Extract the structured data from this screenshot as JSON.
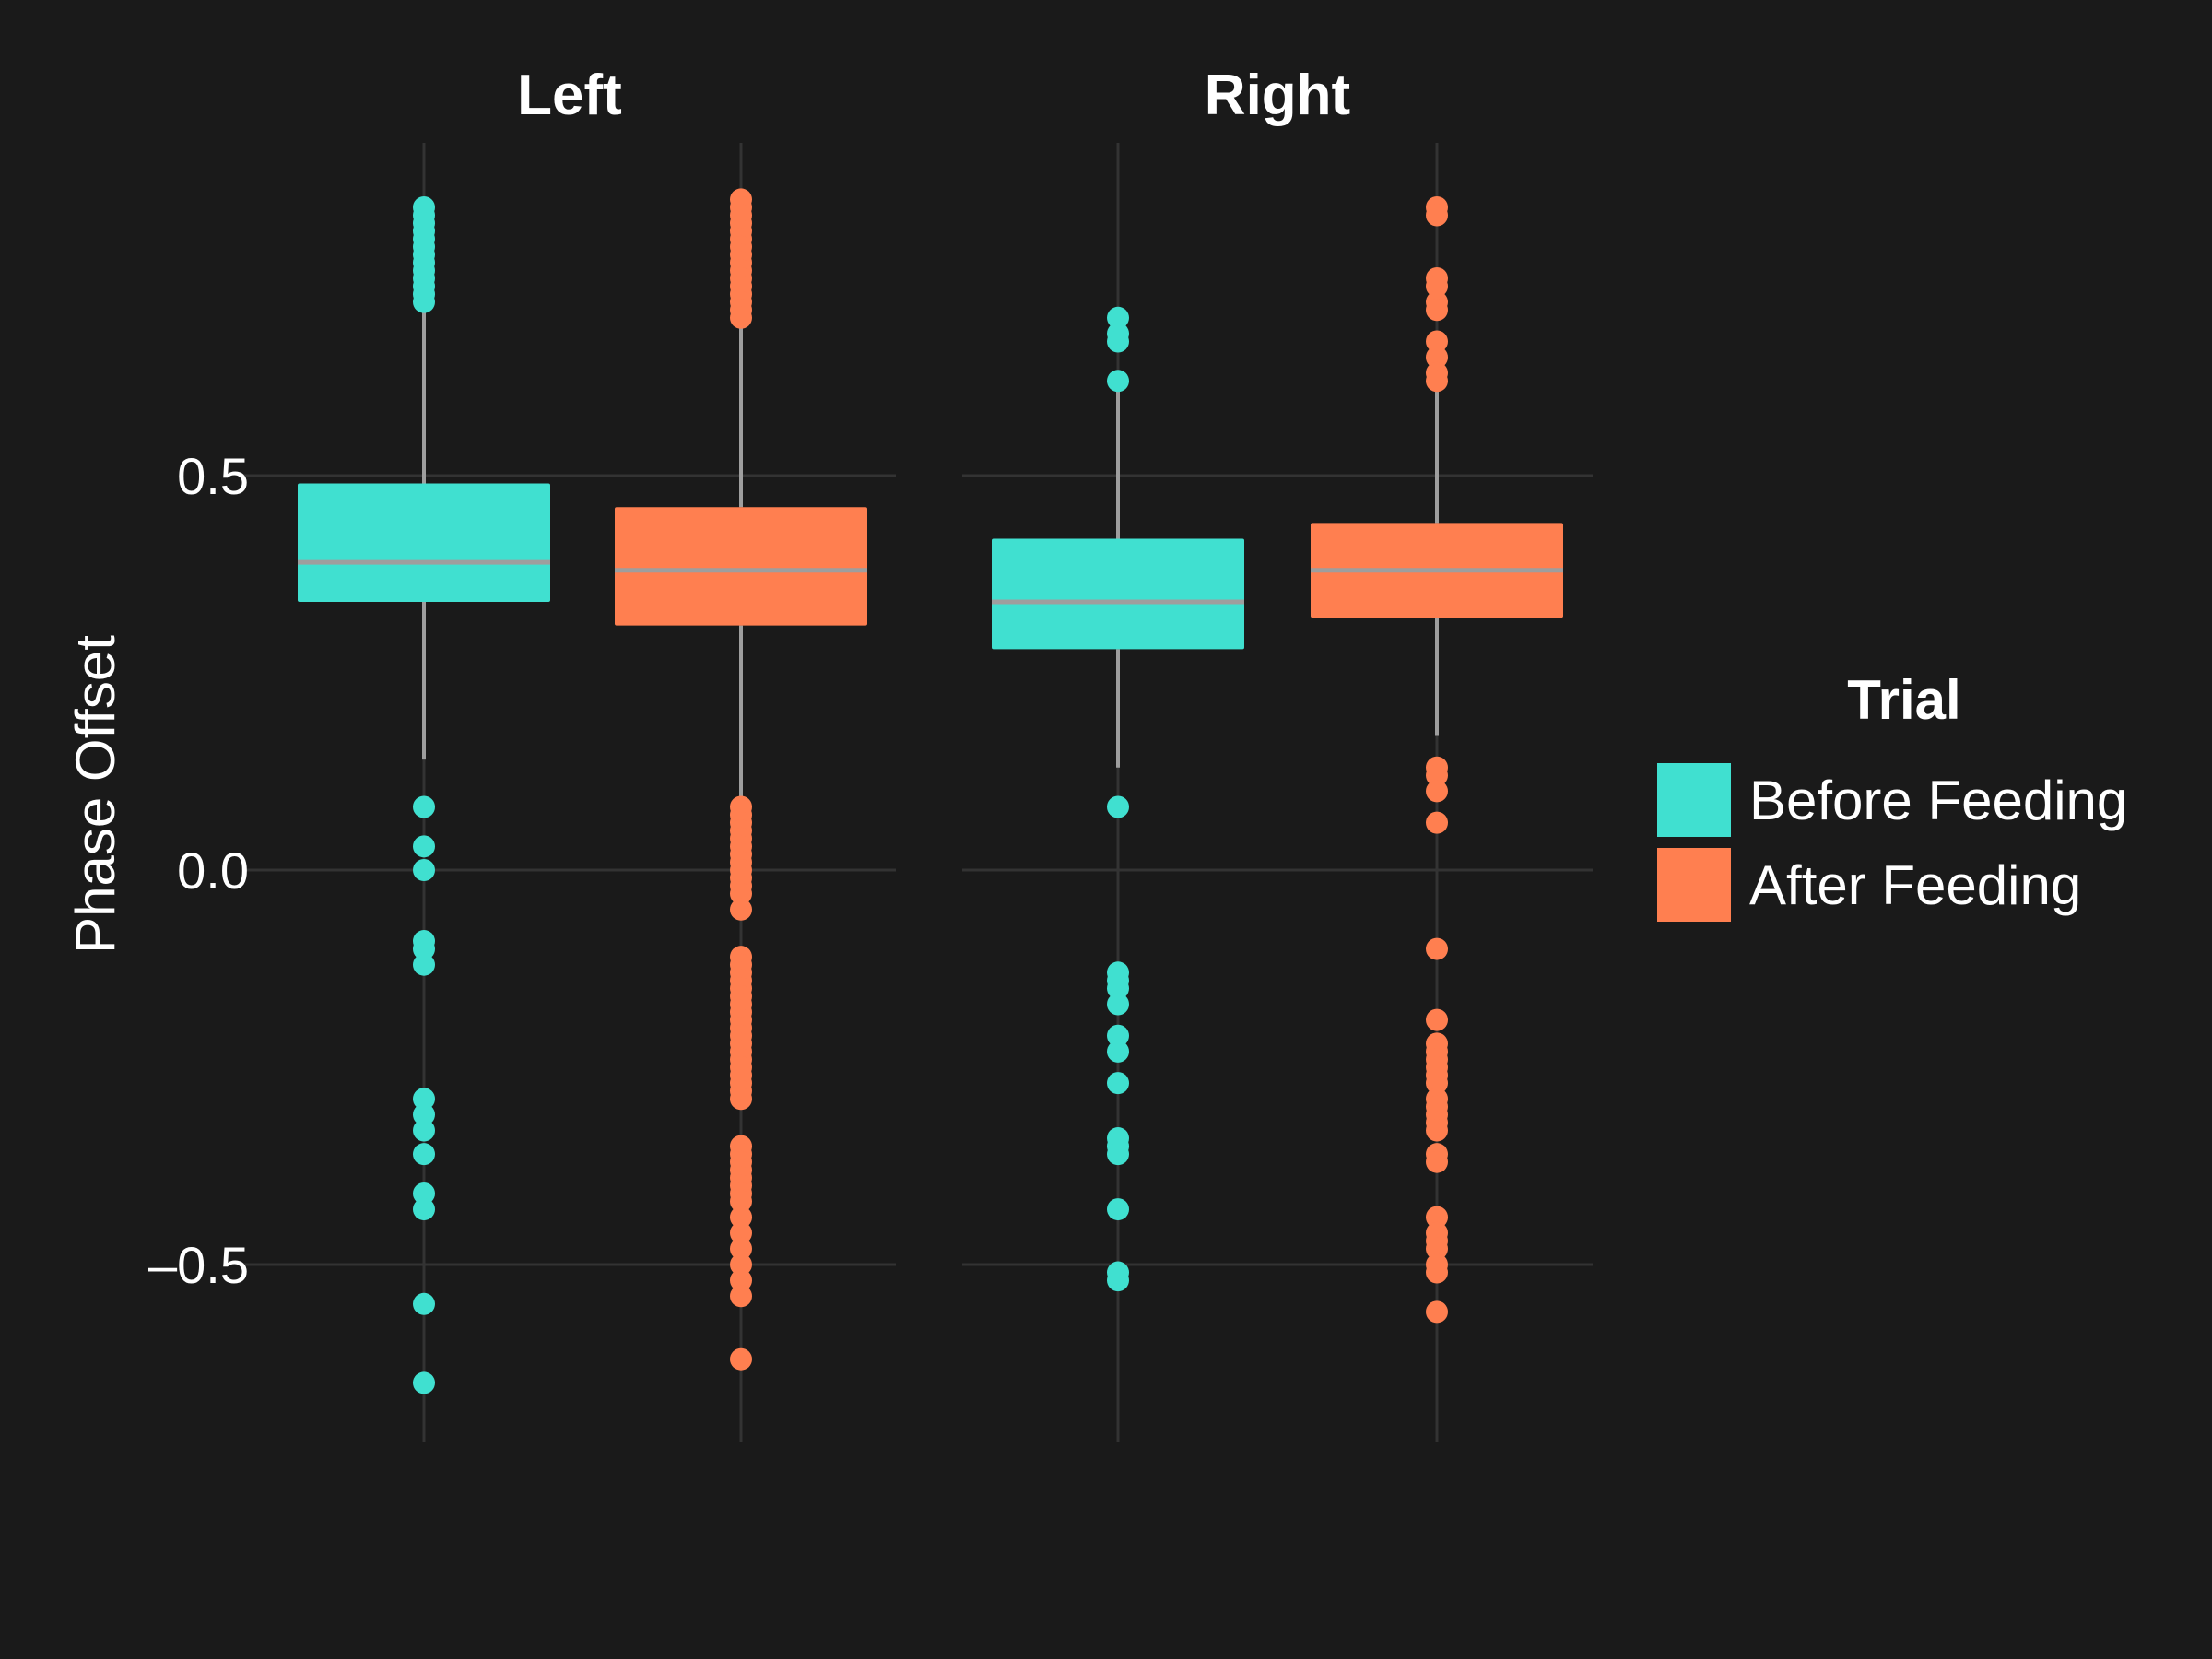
{
  "chart_data": {
    "type": "boxplot",
    "ylabel": "Phase Offset",
    "ylim": [
      -0.73,
      0.92
    ],
    "y_ticks": [
      {
        "value": 0.5,
        "label": "0.5"
      },
      {
        "value": 0.0,
        "label": "0.0"
      },
      {
        "value": -0.5,
        "label": "–0.5"
      }
    ],
    "grid": true,
    "legend": {
      "title": "Trial",
      "position": "right",
      "items": [
        {
          "label": "Before Feeding",
          "color": "#40e0d0"
        },
        {
          "label": "After Feeding",
          "color": "#ff7f50"
        }
      ]
    },
    "panels": [
      {
        "label": "Left",
        "boxes": [
          {
            "group": "Before Feeding",
            "color": "#40e0d0",
            "q1": 0.34,
            "median": 0.39,
            "q3": 0.49,
            "whisker_low": 0.14,
            "whisker_high": 0.71,
            "outliers": [
              0.84,
              0.83,
              0.82,
              0.81,
              0.8,
              0.79,
              0.78,
              0.77,
              0.76,
              0.75,
              0.74,
              0.73,
              0.72,
              0.08,
              0.03,
              0.0,
              -0.09,
              -0.1,
              -0.12,
              -0.29,
              -0.31,
              -0.33,
              -0.36,
              -0.41,
              -0.43,
              -0.55,
              -0.65
            ]
          },
          {
            "group": "After Feeding",
            "color": "#ff7f50",
            "q1": 0.31,
            "median": 0.38,
            "q3": 0.46,
            "whisker_low": 0.09,
            "whisker_high": 0.69,
            "outliers": [
              0.85,
              0.84,
              0.83,
              0.82,
              0.81,
              0.8,
              0.79,
              0.78,
              0.77,
              0.76,
              0.75,
              0.74,
              0.73,
              0.72,
              0.71,
              0.7,
              0.08,
              0.07,
              0.06,
              0.05,
              0.04,
              0.03,
              0.02,
              0.01,
              0.0,
              -0.01,
              -0.02,
              -0.03,
              -0.05,
              -0.11,
              -0.12,
              -0.13,
              -0.14,
              -0.15,
              -0.16,
              -0.17,
              -0.18,
              -0.19,
              -0.2,
              -0.21,
              -0.22,
              -0.23,
              -0.24,
              -0.25,
              -0.26,
              -0.27,
              -0.28,
              -0.29,
              -0.35,
              -0.36,
              -0.37,
              -0.38,
              -0.39,
              -0.4,
              -0.41,
              -0.42,
              -0.44,
              -0.46,
              -0.48,
              -0.5,
              -0.52,
              -0.54,
              -0.62
            ]
          }
        ]
      },
      {
        "label": "Right",
        "boxes": [
          {
            "group": "Before Feeding",
            "color": "#40e0d0",
            "q1": 0.28,
            "median": 0.34,
            "q3": 0.42,
            "whisker_low": 0.13,
            "whisker_high": 0.62,
            "outliers": [
              0.7,
              0.68,
              0.67,
              0.62,
              0.08,
              -0.13,
              -0.14,
              -0.15,
              -0.17,
              -0.21,
              -0.23,
              -0.27,
              -0.34,
              -0.35,
              -0.36,
              -0.43,
              -0.51,
              -0.52
            ]
          },
          {
            "group": "After Feeding",
            "color": "#ff7f50",
            "q1": 0.32,
            "median": 0.38,
            "q3": 0.44,
            "whisker_low": 0.17,
            "whisker_high": 0.62,
            "outliers": [
              0.84,
              0.83,
              0.75,
              0.74,
              0.72,
              0.71,
              0.67,
              0.65,
              0.63,
              0.62,
              0.13,
              0.12,
              0.1,
              0.06,
              -0.1,
              -0.19,
              -0.22,
              -0.23,
              -0.24,
              -0.25,
              -0.26,
              -0.27,
              -0.29,
              -0.3,
              -0.31,
              -0.32,
              -0.33,
              -0.36,
              -0.37,
              -0.44,
              -0.46,
              -0.47,
              -0.48,
              -0.5,
              -0.51,
              -0.56
            ]
          }
        ]
      }
    ]
  }
}
